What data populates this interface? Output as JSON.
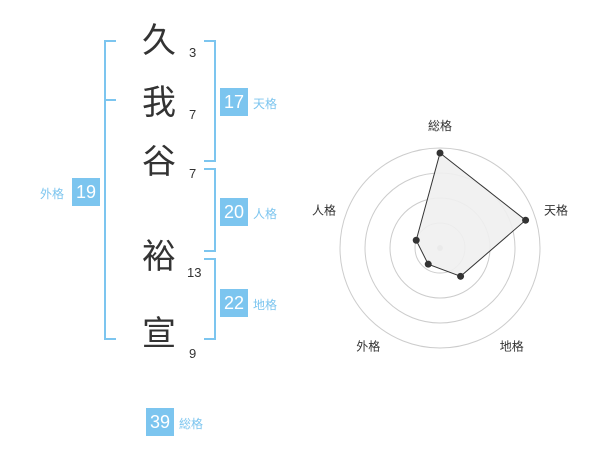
{
  "name_chars": [
    {
      "char": "久",
      "strokes": "3"
    },
    {
      "char": "我",
      "strokes": "7"
    },
    {
      "char": "谷",
      "strokes": "7"
    },
    {
      "char": "裕",
      "strokes": "13"
    },
    {
      "char": "宣",
      "strokes": "9"
    }
  ],
  "fortunes": {
    "tenkaku": {
      "value": "17",
      "label": "天格"
    },
    "jinkaku": {
      "value": "20",
      "label": "人格"
    },
    "chikaku": {
      "value": "22",
      "label": "地格"
    },
    "gaikaku": {
      "value": "19",
      "label": "外格"
    },
    "soukaku": {
      "value": "39",
      "label": "総格"
    }
  },
  "chart_data": {
    "type": "radar",
    "axes": [
      "総格",
      "天格",
      "地格",
      "外格",
      "人格"
    ],
    "values": [
      0.95,
      0.9,
      0.35,
      0.2,
      0.25
    ],
    "rings": 4,
    "colors": {
      "fill": "#f0f0f0",
      "stroke": "#333333",
      "grid": "#cccccc",
      "center": "#bbbbbb"
    }
  }
}
